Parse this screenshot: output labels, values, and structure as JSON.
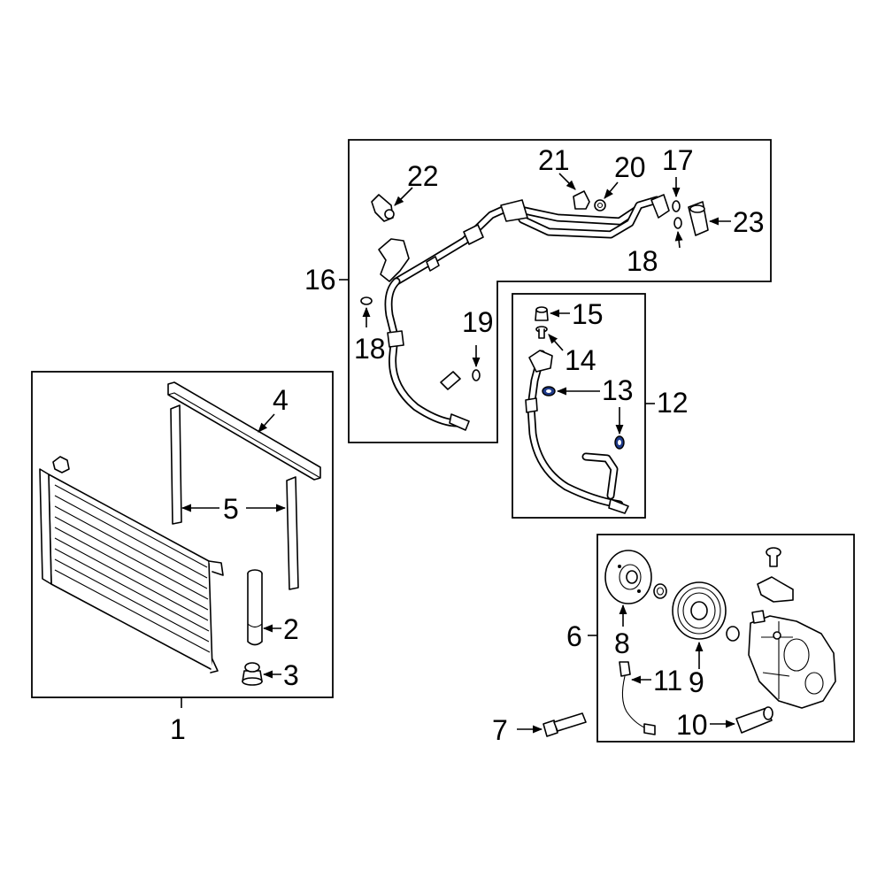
{
  "labels": {
    "l1": "1",
    "l2": "2",
    "l3": "3",
    "l4": "4",
    "l5": "5",
    "l6": "6",
    "l7": "7",
    "l8": "8",
    "l9": "9",
    "l10": "10",
    "l11": "11",
    "l12": "12",
    "l13": "13",
    "l14": "14",
    "l15": "15",
    "l16": "16",
    "l17": "17",
    "l18a": "18",
    "l18b": "18",
    "l19": "19",
    "l20": "20",
    "l21": "21",
    "l22": "22",
    "l23": "23"
  },
  "colors": {
    "line": "#000000",
    "oring_highlight": "#1e3a8a",
    "background": "#ffffff"
  }
}
